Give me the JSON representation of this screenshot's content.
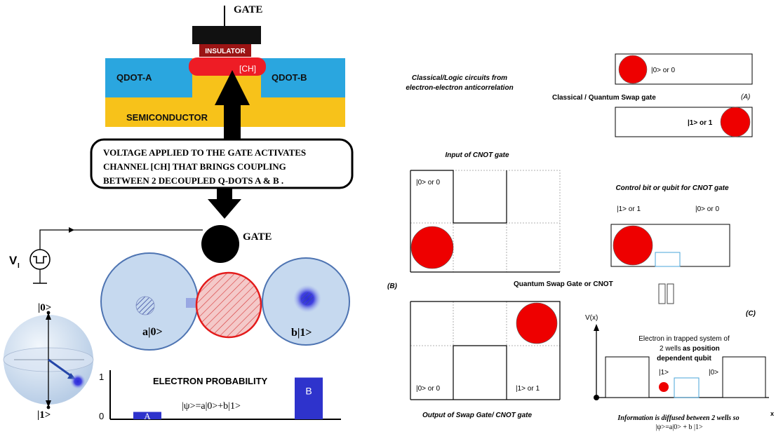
{
  "device": {
    "gate_label": "GATE",
    "insulator": "INSULATOR",
    "channel": "[CH]",
    "qdot_a": "QDOT-A",
    "qdot_b": "QDOT-B",
    "semiconductor": "SEMICONDUCTOR",
    "callout_line1": "VOLTAGE APPLIED TO THE GATE ACTIVATES",
    "callout_line2": "CHANNEL [CH] THAT BRINGS COUPLING",
    "callout_line3": "BETWEEN 2 DECOUPLED Q-DOTS A & B ."
  },
  "circuit": {
    "gate_label": "GATE",
    "voltage_label": "V",
    "voltage_sub": "I",
    "state_a": "a|0>",
    "state_b": "b|1>"
  },
  "bloch": {
    "top": "|0>",
    "bottom": "|1>"
  },
  "probability": {
    "title": "ELECTRON PROBABILITY",
    "formula": "|ψ>=a|0>+b|1>",
    "y_top": "1",
    "y_bottom": "0",
    "bar_a_label": "A",
    "bar_b_label": "B",
    "bar_a_value": 0.15,
    "bar_b_value": 0.85,
    "colors": {
      "bar": "#2e33cc"
    }
  },
  "swap": {
    "title_line1": "Classical/Logic circuits from",
    "title_line2": "electron-electron anticorrelation",
    "swap_title": "Classical / Quantum Swap gate",
    "label_a": "(A)",
    "state0": "|0> or 0",
    "state1": "|1> or 1"
  },
  "cnot": {
    "input_title": "Input of CNOT gate",
    "input_state": "|0> or 0",
    "control_title": "Control bit or qubit for CNOT gate",
    "control_1": "|1> or 1",
    "control_0": "|0> or 0",
    "label_b": "(B)",
    "swap_title": "Quantum Swap Gate or CNOT",
    "out_left": "|0> or 0",
    "out_right": "|1> or 1",
    "output_title": "Output of Swap Gate/ CNOT gate"
  },
  "wells": {
    "y_axis": "V(x)",
    "x_axis": "x",
    "label_c": "(C)",
    "desc_line1": "Electron in trapped system of",
    "desc_line2_a": "2 wells ",
    "desc_line2_b": "as position",
    "desc_line3": "dependent qubit",
    "state1": "|1>",
    "state0": "|0>",
    "info_line1": "Information is diffused between 2 wells so",
    "info_line2": "|ψ>=a|0> + b |1>"
  },
  "colors": {
    "red": "#ee0000",
    "qdot_blue": "#2aa6df",
    "semiconductor": "#f7c21a",
    "insulator": "#9b1414",
    "sphere": "#c9dcf0"
  }
}
